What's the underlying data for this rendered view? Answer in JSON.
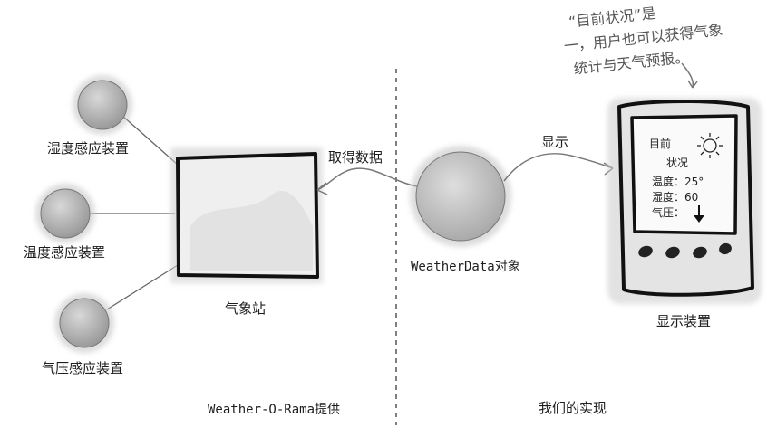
{
  "sensors": {
    "humidity": "湿度感应装置",
    "temperature": "温度感应装置",
    "pressure": "气压感应装置"
  },
  "station_label": "气象站",
  "pull_label": "取得数据",
  "object_label": "WeatherData对象",
  "display_arrow_label": "显示",
  "display_device_label": "显示装置",
  "footer": {
    "left": "Weather-O-Rama提供",
    "right": "我们的实现"
  },
  "annotation": [
    "“目前状况”是",
    "一，用户也可以获得气象",
    "统计与天气预报。"
  ],
  "screen": {
    "title_line1": "目前",
    "title_line2": "状况",
    "temperature": "温度：25°",
    "humidity": "湿度：60",
    "pressure": "气压：",
    "sun_icon": "sun-icon",
    "down_arrow_icon": "down-arrow-icon"
  }
}
